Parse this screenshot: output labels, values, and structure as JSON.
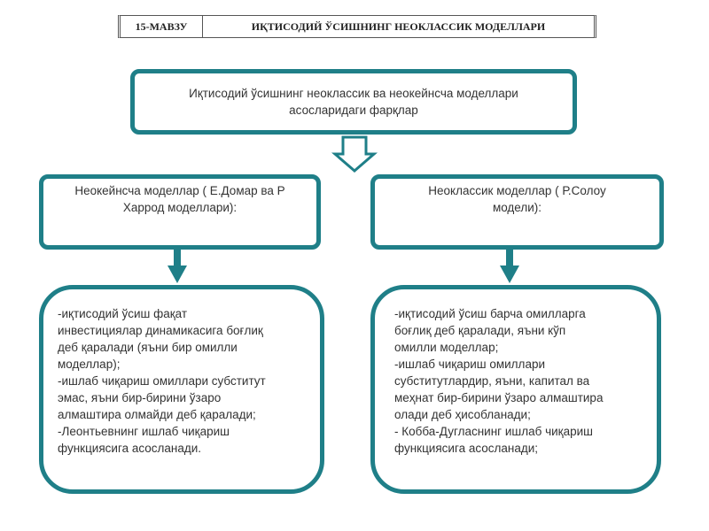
{
  "header": {
    "number": "15-МАВЗУ",
    "title": "ИҚТИСОДИЙ ЎСИШНИНГ НЕОКЛАССИК МОДЕЛЛАРИ"
  },
  "top_box": {
    "line1": "Иқтисодий ўсишнинг неоклассик  ва  неокейнсча моделлари",
    "line2": "асосларидаги фарқлар"
  },
  "left_box": {
    "line1": "Неокейнсча моделлар ( Е.Домар ва Р",
    "line2": "Харрод моделлари):"
  },
  "right_box": {
    "line1": "Неоклассик моделлар ( Р.Солоу",
    "line2": "модели):"
  },
  "left_detail": {
    "lines": [
      "-иқтисодий ўсиш фақат",
      "инвестициялар динамикасига боғлиқ",
      "деб қаралади (яъни бир омилли",
      "моделлар);",
      "-ишлаб чиқариш омиллари субститут",
      "эмас, яъни бир-бирини ўзаро",
      "алмаштира олмайди деб қаралади;",
      "-Леонтьевнинг ишлаб чиқариш",
      "функциясига асосланади."
    ]
  },
  "right_detail": {
    "lines": [
      "-иқтисодий ўсиш  барча омилларга",
      "боғлиқ деб қаралади, яъни кўп",
      "омилли моделлар;",
      "-ишлаб чиқариш омиллари",
      "субститутлардир, яъни, капитал ва",
      "меҳнат бир-бирини ўзаро алмаштира",
      "олади деб ҳисобланади;",
      "- Кобба-Дугласнинг ишлаб чиқариш",
      "функциясига асосланади;"
    ]
  },
  "colors": {
    "box_border": "#1f7f88",
    "arrow_fill": "#ffffff",
    "arrow_stroke": "#1f7f88",
    "small_arrow": "#1f7f88"
  }
}
